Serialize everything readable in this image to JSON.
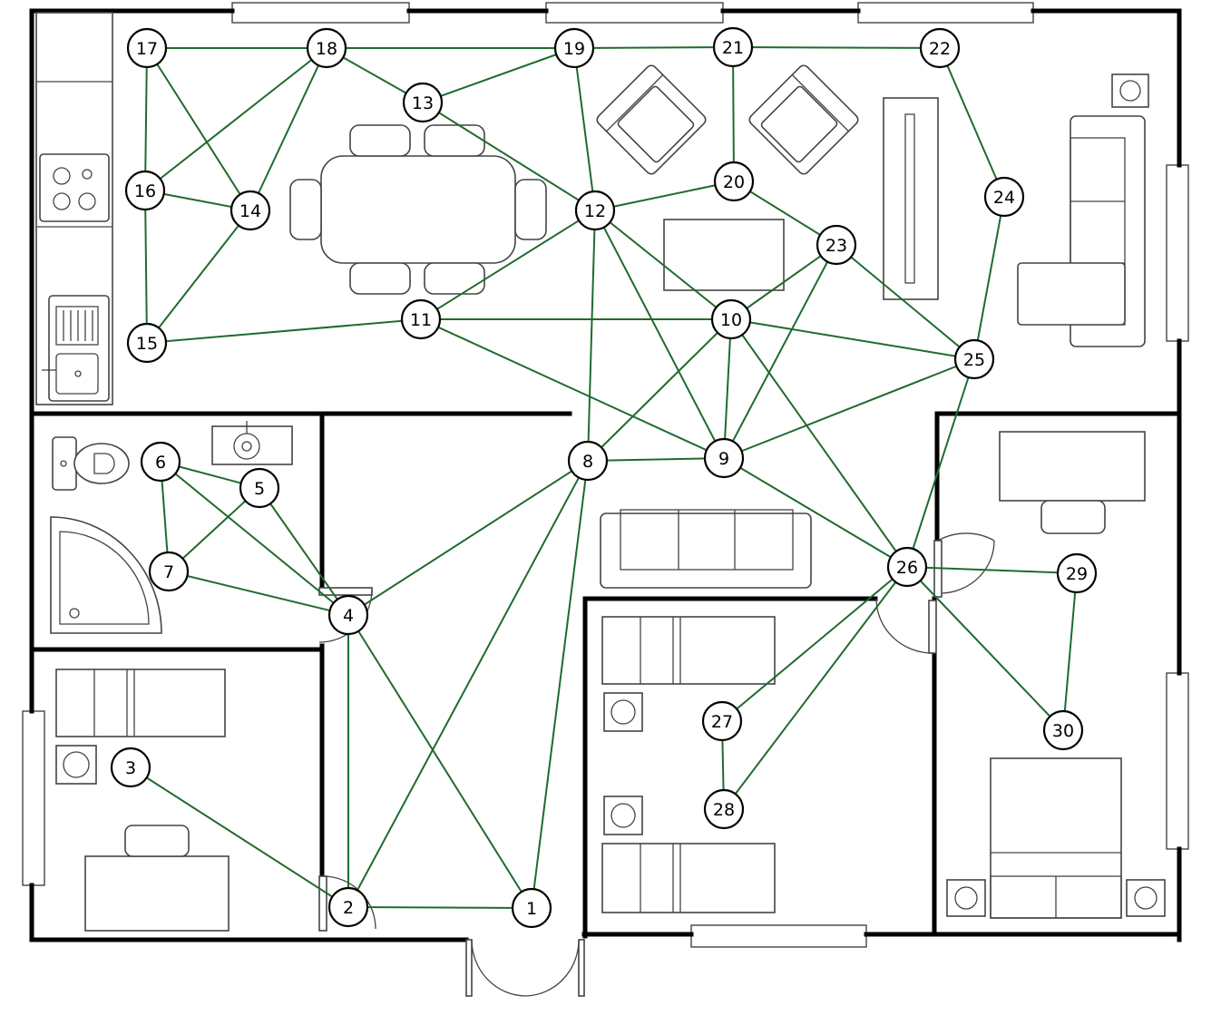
{
  "colors": {
    "edge": "#1f6b2e",
    "node_stroke": "#000000",
    "wall": "#000000"
  },
  "nodes": [
    {
      "id": "1",
      "label": "1"
    },
    {
      "id": "2",
      "label": "2"
    },
    {
      "id": "3",
      "label": "3"
    },
    {
      "id": "4",
      "label": "4"
    },
    {
      "id": "5",
      "label": "5"
    },
    {
      "id": "6",
      "label": "6"
    },
    {
      "id": "7",
      "label": "7"
    },
    {
      "id": "8",
      "label": "8"
    },
    {
      "id": "9",
      "label": "9"
    },
    {
      "id": "10",
      "label": "10"
    },
    {
      "id": "11",
      "label": "11"
    },
    {
      "id": "12",
      "label": "12"
    },
    {
      "id": "13",
      "label": "13"
    },
    {
      "id": "14",
      "label": "14"
    },
    {
      "id": "15",
      "label": "15"
    },
    {
      "id": "16",
      "label": "16"
    },
    {
      "id": "17",
      "label": "17"
    },
    {
      "id": "18",
      "label": "18"
    },
    {
      "id": "19",
      "label": "19"
    },
    {
      "id": "20",
      "label": "20"
    },
    {
      "id": "21",
      "label": "21"
    },
    {
      "id": "22",
      "label": "22"
    },
    {
      "id": "23",
      "label": "23"
    },
    {
      "id": "24",
      "label": "24"
    },
    {
      "id": "25",
      "label": "25"
    },
    {
      "id": "26",
      "label": "26"
    },
    {
      "id": "27",
      "label": "27"
    },
    {
      "id": "28",
      "label": "28"
    },
    {
      "id": "29",
      "label": "29"
    },
    {
      "id": "30",
      "label": "30"
    }
  ],
  "edges": [
    [
      "1",
      "2"
    ],
    [
      "1",
      "4"
    ],
    [
      "1",
      "8"
    ],
    [
      "2",
      "3"
    ],
    [
      "2",
      "4"
    ],
    [
      "2",
      "8"
    ],
    [
      "4",
      "5"
    ],
    [
      "4",
      "6"
    ],
    [
      "4",
      "7"
    ],
    [
      "4",
      "8"
    ],
    [
      "5",
      "6"
    ],
    [
      "5",
      "7"
    ],
    [
      "6",
      "7"
    ],
    [
      "8",
      "9"
    ],
    [
      "8",
      "10"
    ],
    [
      "8",
      "12"
    ],
    [
      "9",
      "10"
    ],
    [
      "9",
      "11"
    ],
    [
      "9",
      "12"
    ],
    [
      "9",
      "23"
    ],
    [
      "9",
      "25"
    ],
    [
      "9",
      "26"
    ],
    [
      "10",
      "11"
    ],
    [
      "10",
      "12"
    ],
    [
      "10",
      "23"
    ],
    [
      "10",
      "25"
    ],
    [
      "10",
      "26"
    ],
    [
      "11",
      "12"
    ],
    [
      "11",
      "15"
    ],
    [
      "12",
      "13"
    ],
    [
      "12",
      "19"
    ],
    [
      "12",
      "20"
    ],
    [
      "13",
      "18"
    ],
    [
      "13",
      "19"
    ],
    [
      "14",
      "15"
    ],
    [
      "14",
      "16"
    ],
    [
      "14",
      "17"
    ],
    [
      "14",
      "18"
    ],
    [
      "15",
      "16"
    ],
    [
      "16",
      "17"
    ],
    [
      "16",
      "18"
    ],
    [
      "17",
      "18"
    ],
    [
      "18",
      "19"
    ],
    [
      "19",
      "21"
    ],
    [
      "20",
      "21"
    ],
    [
      "20",
      "23"
    ],
    [
      "21",
      "22"
    ],
    [
      "22",
      "24"
    ],
    [
      "23",
      "25"
    ],
    [
      "24",
      "25"
    ],
    [
      "25",
      "26"
    ],
    [
      "26",
      "27"
    ],
    [
      "26",
      "28"
    ],
    [
      "26",
      "29"
    ],
    [
      "26",
      "30"
    ],
    [
      "27",
      "28"
    ],
    [
      "29",
      "30"
    ]
  ]
}
